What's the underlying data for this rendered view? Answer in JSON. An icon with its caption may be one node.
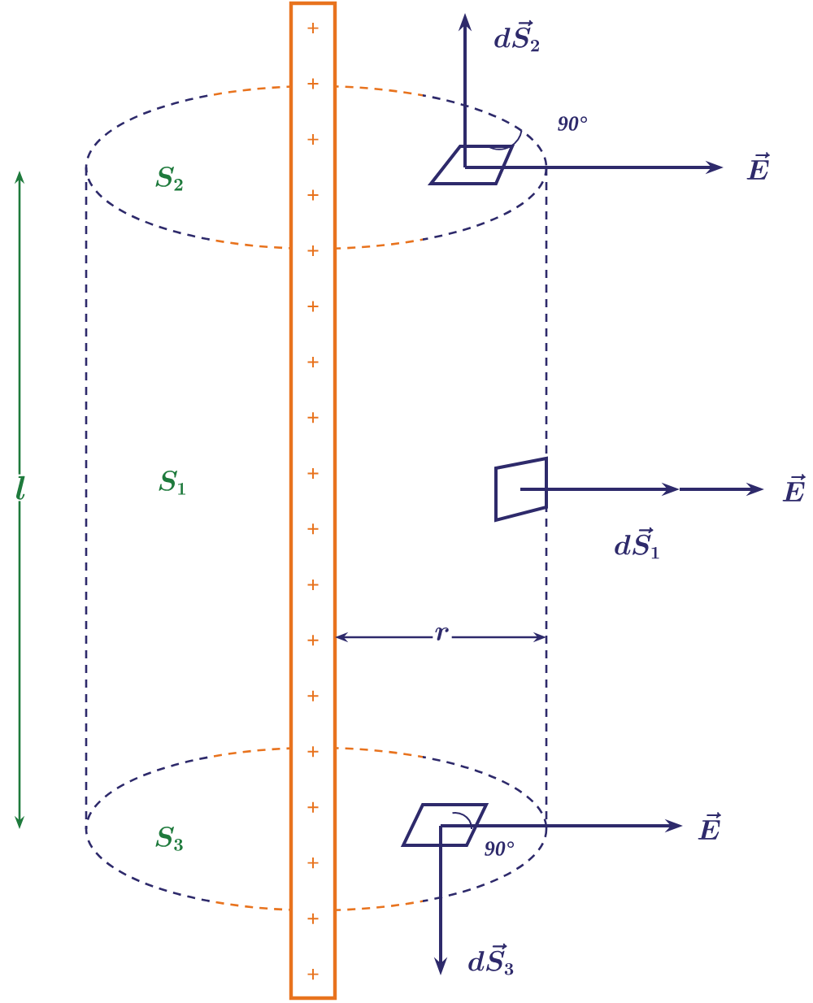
{
  "diagram": {
    "labels": [
      "d\\vec{S}_2",
      "90°",
      "\\vec{E}",
      "S_2",
      "l",
      "S_1",
      "\\vec{E}",
      "d\\vec{S}_1",
      "r",
      "S_3",
      "\\vec{E}",
      "90°",
      "d\\vec{S}_3",
      "+",
      "+",
      "+",
      "+",
      "+",
      "+",
      "+",
      "+",
      "+",
      "+",
      "+",
      "+",
      "+",
      "+",
      "+",
      "+",
      "+",
      "+"
    ]
  }
}
